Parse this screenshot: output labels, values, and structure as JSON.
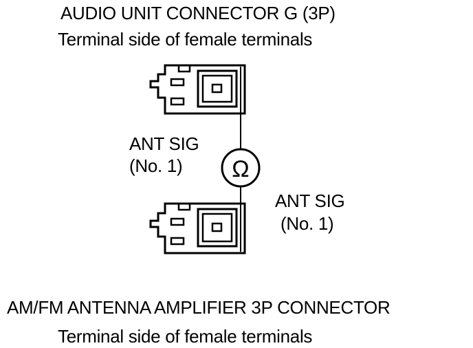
{
  "top_connector": {
    "title": "AUDIO UNIT CONNECTOR G (3P)",
    "subtitle": "Terminal side of female terminals"
  },
  "bottom_connector": {
    "title": "AM/FM ANTENNA AMPLIFIER 3P CONNECTOR",
    "subtitle": "Terminal side of female terminals"
  },
  "left_label": {
    "line1": "ANT SIG",
    "line2": "(No. 1)"
  },
  "right_label": {
    "line1": "ANT SIG",
    "line2": "(No. 1)"
  },
  "meter_symbol": "Ω",
  "icons": [
    "connector-3p-icon",
    "ohmmeter-icon",
    "test-lead-wire"
  ]
}
